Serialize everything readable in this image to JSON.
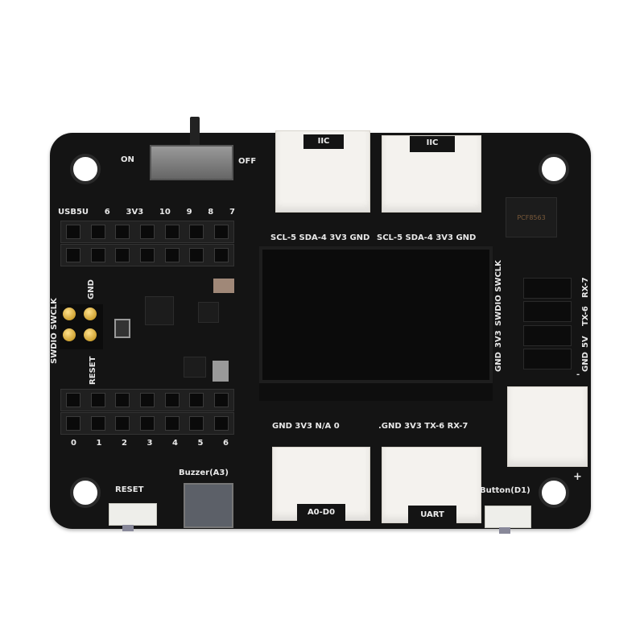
{
  "board": {
    "switch": {
      "on_label": "ON",
      "off_label": "OFF"
    },
    "top_connectors": [
      {
        "title": "IIC",
        "pins": "SCL-5 SDA-4 3V3 GND"
      },
      {
        "title": "IIC",
        "pins": "SCL-5 SDA-4 3V3 GND"
      }
    ],
    "bottom_connectors": [
      {
        "title": "A0-D0",
        "pins": "GND 3V3 N/A 0"
      },
      {
        "title": "UART",
        "pins": ".GND 3V3 TX-6 RX-7"
      }
    ],
    "top_header_labels": [
      "USB5U",
      "6",
      "3V3",
      "10",
      "9",
      "8",
      "7"
    ],
    "bottom_header_labels": [
      "0",
      "1",
      "2",
      "3",
      "4",
      "5",
      "6"
    ],
    "swd_pogo": {
      "label": "SWDIO SWCLK",
      "gnd": "GND",
      "reset": "RESET"
    },
    "jumper_left_labels": [
      "SWDIO SWCLK",
      "3V3",
      "GND"
    ],
    "jumper_right_labels": [
      "RX-7",
      "TX-6",
      "5V",
      "GND"
    ],
    "reset_label": "RESET",
    "buzzer_label": "Buzzer(A3)",
    "button_label": "Button(D1)",
    "plus_label": "+",
    "minus_label": "-",
    "chip_marking": "PCF8563",
    "colors": {
      "pcb": "#141414",
      "connector": "#f4f2ee",
      "silkscreen": "#e8e8e8",
      "gold": "#c9a96a"
    }
  }
}
